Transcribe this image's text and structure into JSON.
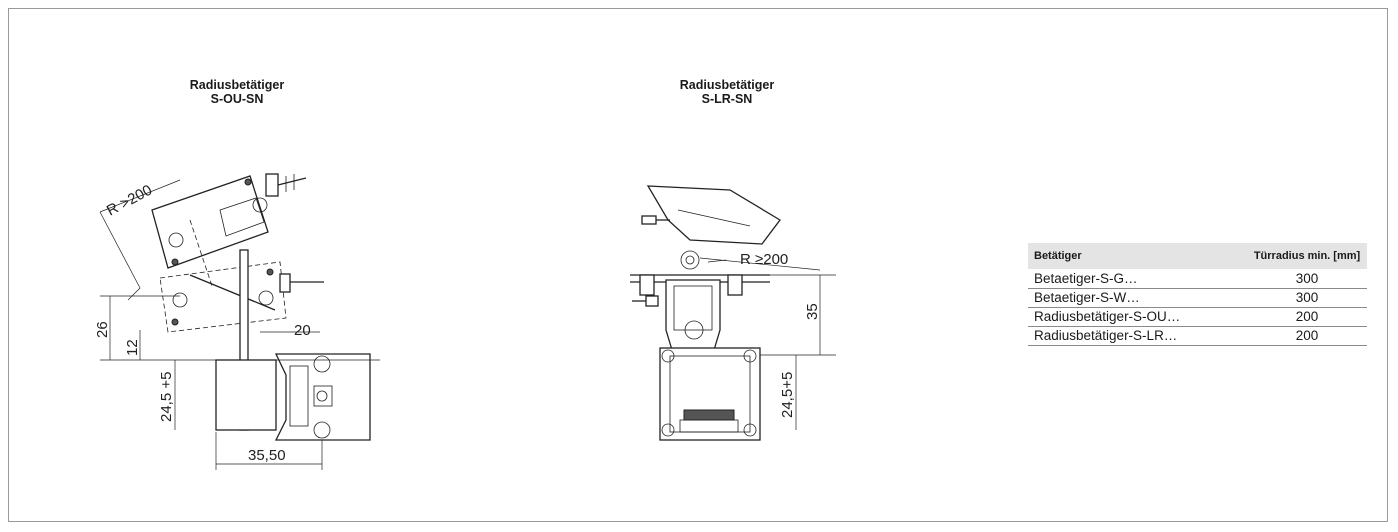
{
  "drawings": [
    {
      "title_line1": "Radiusbetätiger",
      "title_line2": "S-OU-SN",
      "dimensions": [
        "R >200",
        "26",
        "12",
        "20",
        "24,5 +5",
        "35,50"
      ]
    },
    {
      "title_line1": "Radiusbetätiger",
      "title_line2": "S-LR-SN",
      "dimensions": [
        "R ≥200",
        "35",
        "24,5+5"
      ]
    }
  ],
  "table": {
    "headers": [
      "Betätiger",
      "Türradius min. [mm]"
    ],
    "rows": [
      [
        "Betaetiger-S-G…",
        "300"
      ],
      [
        "Betaetiger-S-W…",
        "300"
      ],
      [
        "Radiusbetätiger-S-OU…",
        "200"
      ],
      [
        "Radiusbetätiger-S-LR…",
        "200"
      ]
    ]
  },
  "colors": {
    "line": "#222222",
    "header_bg": "#e4e4e4",
    "frame": "#9a9a9a"
  }
}
